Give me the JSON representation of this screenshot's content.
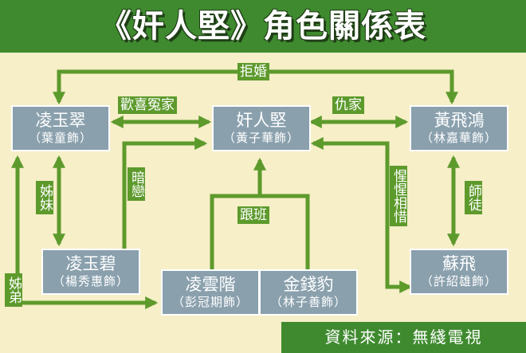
{
  "title": "《奸人堅》角色關係表",
  "characters": [
    {
      "id": "ling-yuk-chui",
      "name": "凌玉翠",
      "actor": "（葉童飾）"
    },
    {
      "id": "gaan-yan-gin",
      "name": "奸人堅",
      "actor": "（黃子華飾）"
    },
    {
      "id": "wong-fei-hung",
      "name": "黃飛鴻",
      "actor": "（林嘉華飾）"
    },
    {
      "id": "ling-yuk-bik",
      "name": "凌玉碧",
      "actor": "（楊秀惠飾）"
    },
    {
      "id": "ling-wan-kai",
      "name": "凌雲階",
      "actor": "（彭冠期飾）"
    },
    {
      "id": "gam-chin-pau",
      "name": "金錢豹",
      "actor": "（林子善飾）"
    },
    {
      "id": "so-fei",
      "name": "蘇飛",
      "actor": "（許紹雄飾）"
    }
  ],
  "relations": {
    "refuse_marriage": "拒婚",
    "rivals_in_love": "歡喜冤家",
    "feud": "仇家",
    "secret_love": "暗戀",
    "sisters": "姊妹",
    "master_disciple": "師徒",
    "follower": "跟班",
    "siblings": "姊弟",
    "mentor_hidden": "惺惺相惜"
  },
  "source": "資料來源：無綫電視",
  "colors": {
    "background": "#f6efc8",
    "header": "#3f8a2f",
    "node": "#8aa0ad",
    "line": "#5d9a2c",
    "label": "#5d9a2c"
  }
}
